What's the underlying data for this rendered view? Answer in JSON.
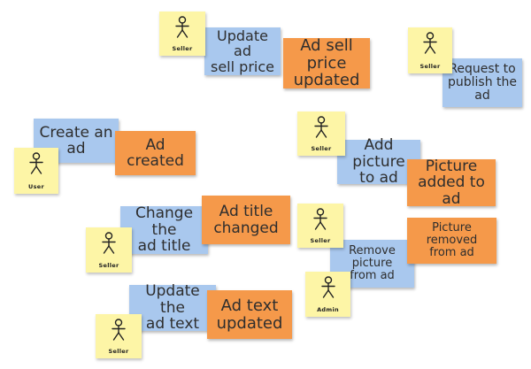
{
  "commands": {
    "update_price": "Update ad\nsell price",
    "request_publish": "Request to\npublish the ad",
    "create_ad": "Create an\nad",
    "add_picture": "Add picture\nto  ad",
    "change_title": "Change the\nad title",
    "remove_picture": "Remove picture\nfrom  ad",
    "update_text": "Update the\nad text"
  },
  "events": {
    "price_updated": "Ad sell price\nupdated",
    "ad_created": "Ad created",
    "picture_added": "Picture\nadded to  ad",
    "title_changed": "Ad title\nchanged",
    "picture_removed": "Picture removed\nfrom  ad",
    "text_updated": "Ad text\nupdated"
  },
  "actors": {
    "seller_price": "Seller",
    "seller_publish": "Seller",
    "user_create": "User",
    "seller_add_picture": "Seller",
    "seller_title": "Seller",
    "seller_remove_picture": "Seller",
    "admin_remove_picture": "Admin",
    "seller_text": "Seller"
  },
  "colors": {
    "command": "#a9c8ee",
    "event": "#f5994a",
    "actor": "#fdf5a6"
  }
}
